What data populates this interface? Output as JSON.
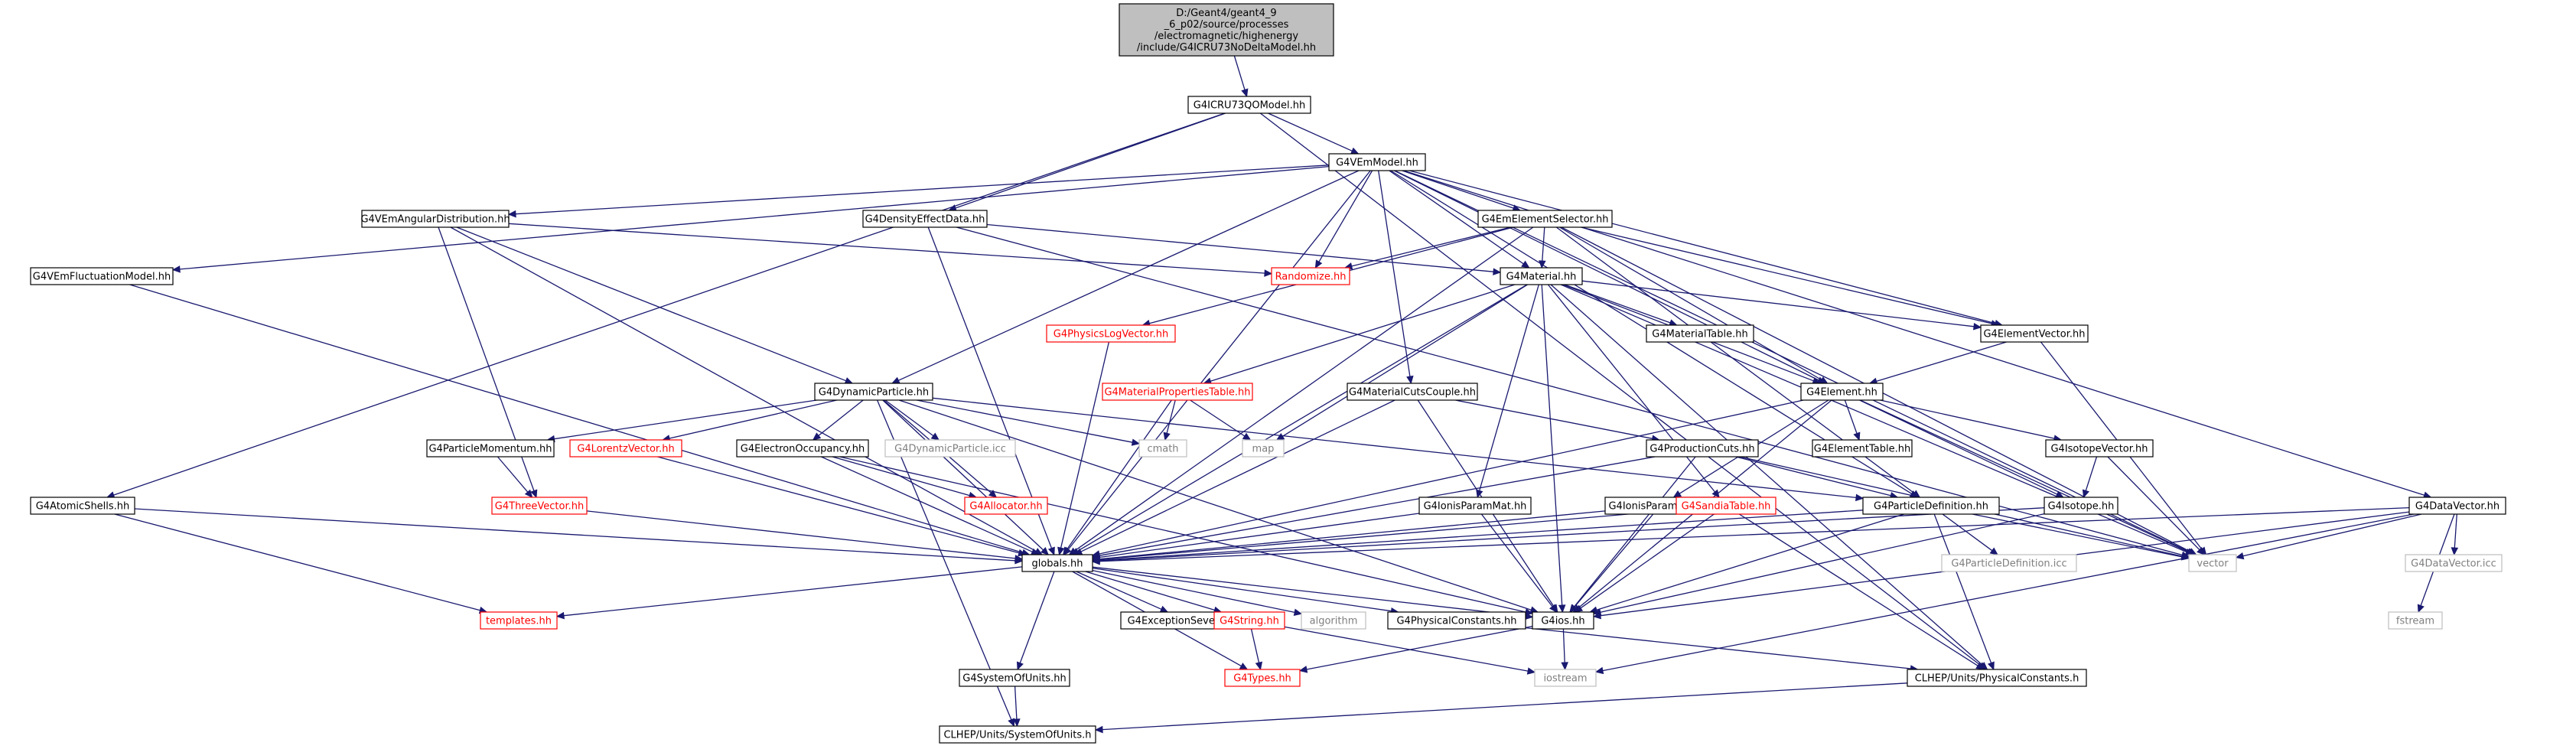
{
  "nodes": [
    {
      "id": "root",
      "label": [
        "D:/Geant4/geant4_9",
        "_6_p02/source/processes",
        "/electromagnetic/highenergy",
        "/include/G4ICRU73NoDeltaModel.hh"
      ],
      "style": "root"
    },
    {
      "id": "G4ICRU73QOModel",
      "label": [
        "G4ICRU73QOModel.hh"
      ],
      "style": "black"
    },
    {
      "id": "G4VEmModel",
      "label": [
        "G4VEmModel.hh"
      ],
      "style": "black"
    },
    {
      "id": "G4VEmAngularDistribution",
      "label": [
        "G4VEmAngularDistribution.hh"
      ],
      "style": "black"
    },
    {
      "id": "G4DensityEffectData",
      "label": [
        "G4DensityEffectData.hh"
      ],
      "style": "black"
    },
    {
      "id": "G4EmElementSelector",
      "label": [
        "G4EmElementSelector.hh"
      ],
      "style": "black"
    },
    {
      "id": "G4VEmFluctuationModel",
      "label": [
        "G4VEmFluctuationModel.hh"
      ],
      "style": "black"
    },
    {
      "id": "Randomize",
      "label": [
        "Randomize.hh"
      ],
      "style": "red"
    },
    {
      "id": "G4Material",
      "label": [
        "G4Material.hh"
      ],
      "style": "black"
    },
    {
      "id": "G4PhysicsLogVector",
      "label": [
        "G4PhysicsLogVector.hh"
      ],
      "style": "red"
    },
    {
      "id": "G4MaterialTable",
      "label": [
        "G4MaterialTable.hh"
      ],
      "style": "black"
    },
    {
      "id": "G4ElementVector",
      "label": [
        "G4ElementVector.hh"
      ],
      "style": "black"
    },
    {
      "id": "G4DynamicParticle",
      "label": [
        "G4DynamicParticle.hh"
      ],
      "style": "black"
    },
    {
      "id": "G4MaterialPropertiesTable",
      "label": [
        "G4MaterialPropertiesTable.hh"
      ],
      "style": "red"
    },
    {
      "id": "G4MaterialCutsCouple",
      "label": [
        "G4MaterialCutsCouple.hh"
      ],
      "style": "black"
    },
    {
      "id": "G4Element",
      "label": [
        "G4Element.hh"
      ],
      "style": "black"
    },
    {
      "id": "G4ParticleMomentum",
      "label": [
        "G4ParticleMomentum.hh"
      ],
      "style": "black"
    },
    {
      "id": "G4LorentzVector",
      "label": [
        "G4LorentzVector.hh"
      ],
      "style": "red"
    },
    {
      "id": "G4ElectronOccupancy",
      "label": [
        "G4ElectronOccupancy.hh"
      ],
      "style": "black"
    },
    {
      "id": "G4DynamicParticle_icc",
      "label": [
        "G4DynamicParticle.icc"
      ],
      "style": "gray"
    },
    {
      "id": "cmath",
      "label": [
        "cmath"
      ],
      "style": "gray"
    },
    {
      "id": "map",
      "label": [
        "map"
      ],
      "style": "gray"
    },
    {
      "id": "G4ProductionCuts",
      "label": [
        "G4ProductionCuts.hh"
      ],
      "style": "black"
    },
    {
      "id": "G4ElementTable",
      "label": [
        "G4ElementTable.hh"
      ],
      "style": "black"
    },
    {
      "id": "G4IsotopeVector",
      "label": [
        "G4IsotopeVector.hh"
      ],
      "style": "black"
    },
    {
      "id": "G4AtomicShells",
      "label": [
        "G4AtomicShells.hh"
      ],
      "style": "black"
    },
    {
      "id": "G4ThreeVector",
      "label": [
        "G4ThreeVector.hh"
      ],
      "style": "red"
    },
    {
      "id": "G4Allocator",
      "label": [
        "G4Allocator.hh"
      ],
      "style": "red"
    },
    {
      "id": "G4IonisParamMat",
      "label": [
        "G4IonisParamMat.hh"
      ],
      "style": "black"
    },
    {
      "id": "G4IonisParamElm",
      "label": [
        "G4IonisParamElm.hh"
      ],
      "style": "black"
    },
    {
      "id": "G4SandiaTable",
      "label": [
        "G4SandiaTable.hh"
      ],
      "style": "red"
    },
    {
      "id": "G4ParticleDefinition",
      "label": [
        "G4ParticleDefinition.hh"
      ],
      "style": "black"
    },
    {
      "id": "G4Isotope",
      "label": [
        "G4Isotope.hh"
      ],
      "style": "black"
    },
    {
      "id": "G4DataVector",
      "label": [
        "G4DataVector.hh"
      ],
      "style": "black"
    },
    {
      "id": "globals",
      "label": [
        "globals.hh"
      ],
      "style": "black"
    },
    {
      "id": "vector",
      "label": [
        "vector"
      ],
      "style": "gray"
    },
    {
      "id": "G4ParticleDefinition_icc",
      "label": [
        "G4ParticleDefinition.icc"
      ],
      "style": "gray"
    },
    {
      "id": "fstream",
      "label": [
        "fstream"
      ],
      "style": "gray"
    },
    {
      "id": "G4DataVector_icc",
      "label": [
        "G4DataVector.icc"
      ],
      "style": "gray"
    },
    {
      "id": "templates",
      "label": [
        "templates.hh"
      ],
      "style": "red"
    },
    {
      "id": "G4ExceptionSeverity",
      "label": [
        "G4ExceptionSeverity.hh"
      ],
      "style": "black"
    },
    {
      "id": "G4String",
      "label": [
        "G4String.hh"
      ],
      "style": "red"
    },
    {
      "id": "algorithm",
      "label": [
        "algorithm"
      ],
      "style": "gray"
    },
    {
      "id": "G4PhysicalConstants",
      "label": [
        "G4PhysicalConstants.hh"
      ],
      "style": "black"
    },
    {
      "id": "G4ios",
      "label": [
        "G4ios.hh"
      ],
      "style": "black"
    },
    {
      "id": "G4SystemOfUnits",
      "label": [
        "G4SystemOfUnits.hh"
      ],
      "style": "black"
    },
    {
      "id": "G4Types",
      "label": [
        "G4Types.hh"
      ],
      "style": "red"
    },
    {
      "id": "iostream",
      "label": [
        "iostream"
      ],
      "style": "gray"
    },
    {
      "id": "CLHEP_PhysicalConstants",
      "label": [
        "CLHEP/Units/PhysicalConstants.h"
      ],
      "style": "black"
    },
    {
      "id": "CLHEP_SystemOfUnits",
      "label": [
        "CLHEP/Units/SystemOfUnits.h"
      ],
      "style": "black"
    }
  ],
  "edges": [
    [
      "root",
      "G4ICRU73QOModel"
    ],
    [
      "G4ICRU73QOModel",
      "G4VEmModel"
    ],
    [
      "G4ICRU73QOModel",
      "G4DensityEffectData"
    ],
    [
      "G4ICRU73QOModel",
      "G4AtomicShells"
    ],
    [
      "G4ICRU73QOModel",
      "CLHEP_PhysicalConstants"
    ],
    [
      "G4VEmModel",
      "G4VEmAngularDistribution"
    ],
    [
      "G4VEmModel",
      "G4EmElementSelector"
    ],
    [
      "G4VEmModel",
      "G4VEmFluctuationModel"
    ],
    [
      "G4VEmModel",
      "Randomize"
    ],
    [
      "G4VEmModel",
      "G4Material"
    ],
    [
      "G4VEmModel",
      "G4ElementVector"
    ],
    [
      "G4VEmModel",
      "G4DynamicParticle"
    ],
    [
      "G4VEmModel",
      "G4MaterialCutsCouple"
    ],
    [
      "G4VEmModel",
      "G4Element"
    ],
    [
      "G4VEmModel",
      "G4ParticleDefinition"
    ],
    [
      "G4VEmModel",
      "G4DataVector"
    ],
    [
      "G4VEmModel",
      "globals"
    ],
    [
      "G4VEmModel",
      "vector"
    ],
    [
      "G4VEmAngularDistribution",
      "G4DynamicParticle"
    ],
    [
      "G4VEmAngularDistribution",
      "G4ThreeVector"
    ],
    [
      "G4VEmAngularDistribution",
      "globals"
    ],
    [
      "G4VEmAngularDistribution",
      "Randomize"
    ],
    [
      "G4DensityEffectData",
      "G4Material"
    ],
    [
      "G4DensityEffectData",
      "globals"
    ],
    [
      "G4DensityEffectData",
      "vector"
    ],
    [
      "G4EmElementSelector",
      "Randomize"
    ],
    [
      "G4EmElementSelector",
      "G4Material"
    ],
    [
      "G4EmElementSelector",
      "G4ElementVector"
    ],
    [
      "G4EmElementSelector",
      "G4Element"
    ],
    [
      "G4EmElementSelector",
      "G4PhysicsLogVector"
    ],
    [
      "G4EmElementSelector",
      "G4ParticleDefinition"
    ],
    [
      "G4EmElementSelector",
      "globals"
    ],
    [
      "G4EmElementSelector",
      "vector"
    ],
    [
      "G4VEmFluctuationModel",
      "globals"
    ],
    [
      "G4Material",
      "G4MaterialTable"
    ],
    [
      "G4Material",
      "G4ElementVector"
    ],
    [
      "G4Material",
      "G4Element"
    ],
    [
      "G4Material",
      "G4MaterialPropertiesTable"
    ],
    [
      "G4Material",
      "G4IonisParamMat"
    ],
    [
      "G4Material",
      "G4SandiaTable"
    ],
    [
      "G4Material",
      "globals"
    ],
    [
      "G4Material",
      "G4ios"
    ],
    [
      "G4Material",
      "vector"
    ],
    [
      "G4Material",
      "map"
    ],
    [
      "G4Material",
      "CLHEP_PhysicalConstants"
    ],
    [
      "G4PhysicsLogVector",
      "globals"
    ],
    [
      "G4ElementVector",
      "G4Element"
    ],
    [
      "G4ElementVector",
      "vector"
    ],
    [
      "G4DynamicParticle",
      "G4ParticleMomentum"
    ],
    [
      "G4DynamicParticle",
      "G4LorentzVector"
    ],
    [
      "G4DynamicParticle",
      "G4ElectronOccupancy"
    ],
    [
      "G4DynamicParticle",
      "G4DynamicParticle_icc"
    ],
    [
      "G4DynamicParticle",
      "cmath"
    ],
    [
      "G4DynamicParticle",
      "G4Allocator"
    ],
    [
      "G4DynamicParticle",
      "G4ParticleDefinition"
    ],
    [
      "G4DynamicParticle",
      "globals"
    ],
    [
      "G4DynamicParticle",
      "G4ios"
    ],
    [
      "G4DynamicParticle",
      "CLHEP_SystemOfUnits"
    ],
    [
      "G4MaterialPropertiesTable",
      "cmath"
    ],
    [
      "G4MaterialPropertiesTable",
      "map"
    ],
    [
      "G4MaterialPropertiesTable",
      "globals"
    ],
    [
      "G4MaterialCutsCouple",
      "G4ProductionCuts"
    ],
    [
      "G4MaterialCutsCouple",
      "globals"
    ],
    [
      "G4MaterialCutsCouple",
      "G4ios"
    ],
    [
      "G4Element",
      "G4ElementTable"
    ],
    [
      "G4Element",
      "G4IsotopeVector"
    ],
    [
      "G4Element",
      "G4IonisParamElm"
    ],
    [
      "G4Element",
      "G4Isotope"
    ],
    [
      "G4Element",
      "globals"
    ],
    [
      "G4Element",
      "G4ios"
    ],
    [
      "G4Element",
      "vector"
    ],
    [
      "G4ParticleMomentum",
      "G4ThreeVector"
    ],
    [
      "G4LorentzVector",
      "globals"
    ],
    [
      "G4ElectronOccupancy",
      "G4Allocator"
    ],
    [
      "G4ElectronOccupancy",
      "globals"
    ],
    [
      "G4ElectronOccupancy",
      "G4ios"
    ],
    [
      "G4ProductionCuts",
      "G4ParticleDefinition"
    ],
    [
      "G4ProductionCuts",
      "globals"
    ],
    [
      "G4ProductionCuts",
      "G4ios"
    ],
    [
      "G4ProductionCuts",
      "vector"
    ],
    [
      "G4IsotopeVector",
      "G4Isotope"
    ],
    [
      "G4IsotopeVector",
      "vector"
    ],
    [
      "G4AtomicShells",
      "globals"
    ],
    [
      "G4AtomicShells",
      "templates"
    ],
    [
      "G4ThreeVector",
      "globals"
    ],
    [
      "G4IonisParamMat",
      "globals"
    ],
    [
      "G4IonisParamMat",
      "G4ios"
    ],
    [
      "G4IonisParamElm",
      "globals"
    ],
    [
      "G4IonisParamElm",
      "G4ios"
    ],
    [
      "G4SandiaTable",
      "globals"
    ],
    [
      "G4SandiaTable",
      "G4ios"
    ],
    [
      "G4SandiaTable",
      "CLHEP_PhysicalConstants"
    ],
    [
      "G4ParticleDefinition",
      "G4ParticleDefinition_icc"
    ],
    [
      "G4ParticleDefinition",
      "globals"
    ],
    [
      "G4ParticleDefinition",
      "G4ios"
    ],
    [
      "G4ParticleDefinition",
      "vector"
    ],
    [
      "G4ParticleDefinition",
      "CLHEP_PhysicalConstants"
    ],
    [
      "G4Isotope",
      "globals"
    ],
    [
      "G4Isotope",
      "G4ios"
    ],
    [
      "G4DataVector",
      "globals"
    ],
    [
      "G4DataVector",
      "vector"
    ],
    [
      "G4DataVector",
      "fstream"
    ],
    [
      "G4DataVector",
      "G4DataVector_icc"
    ],
    [
      "G4DataVector",
      "G4ios"
    ],
    [
      "G4DataVector",
      "iostream"
    ],
    [
      "globals",
      "templates"
    ],
    [
      "globals",
      "G4ExceptionSeverity"
    ],
    [
      "globals",
      "G4String"
    ],
    [
      "globals",
      "algorithm"
    ],
    [
      "globals",
      "G4PhysicalConstants"
    ],
    [
      "globals",
      "G4ios"
    ],
    [
      "globals",
      "G4SystemOfUnits"
    ],
    [
      "globals",
      "G4Types"
    ],
    [
      "G4String",
      "G4Types"
    ],
    [
      "G4String",
      "iostream"
    ],
    [
      "G4PhysicalConstants",
      "CLHEP_PhysicalConstants"
    ],
    [
      "G4ios",
      "G4Types"
    ],
    [
      "G4ios",
      "iostream"
    ],
    [
      "G4SystemOfUnits",
      "CLHEP_SystemOfUnits"
    ],
    [
      "CLHEP_PhysicalConstants",
      "CLHEP_SystemOfUnits"
    ]
  ]
}
